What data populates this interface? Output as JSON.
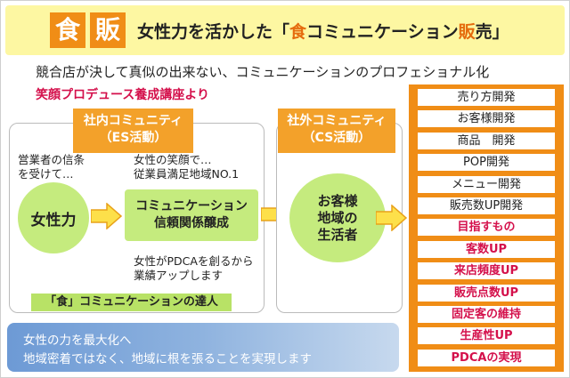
{
  "header": {
    "logo_char_1": "食",
    "logo_char_2": "販",
    "title_prefix": "女性力を活かした「",
    "title_hl_1": "食",
    "title_mid": "コミュニケーション",
    "title_hl_2": "販",
    "title_suffix": "売」"
  },
  "subtitle": "競合店が決して真似の出来ない、コミュニケーションのプロフェショナル化",
  "source": "笑顔プロデュース養成講座より",
  "es_panel": {
    "tag_line1": "社内コミュニティ",
    "tag_line2": "（ES活動）",
    "note_sales_line1": "営業者の信条",
    "note_sales_line2": "を受けて…",
    "note_smile_line1": "女性の笑顔で…",
    "note_smile_line2": "従業員満足地域NO.1",
    "circle_label": "女性力",
    "box_line1": "コミュニケーション",
    "box_line2": "信頼関係醸成",
    "note_pdca_line1": "女性がPDCAを創るから",
    "note_pdca_line2": "業績アップします",
    "green_label": "「食」コミュニケーションの達人"
  },
  "cs_panel": {
    "tag_line1": "社外コミュニティ",
    "tag_line2": "（CS活動）",
    "circle_line1": "お客様",
    "circle_line2": "地域の",
    "circle_line3": "生活者"
  },
  "bottom": {
    "line1": "女性の力を最大化へ",
    "line2": "地域密着ではなく、地域に根を張ることを実現します"
  },
  "right_items": [
    {
      "label": "売り方開発",
      "red": false
    },
    {
      "label": "お客様開発",
      "red": false
    },
    {
      "label": "商品　開発",
      "red": false
    },
    {
      "label": "POP開発",
      "red": false
    },
    {
      "label": "メニュー開発",
      "red": false
    },
    {
      "label": "販売数UP開発",
      "red": false
    },
    {
      "label": "目指すもの",
      "red": true
    },
    {
      "label": "客数UP",
      "red": true
    },
    {
      "label": "来店頻度UP",
      "red": true
    },
    {
      "label": "販売点数UP",
      "red": true
    },
    {
      "label": "固定客の維持",
      "red": true
    },
    {
      "label": "生産性UP",
      "red": true
    },
    {
      "label": "PDCAの実現",
      "red": true
    }
  ],
  "colors": {
    "accent_orange": "#f08d16",
    "tag_orange": "#f3a12a",
    "header_yellow": "#fdf7a2",
    "green": "#c5eb7e",
    "red_text": "#d4104b",
    "blue_band": "#6d9ad5"
  }
}
